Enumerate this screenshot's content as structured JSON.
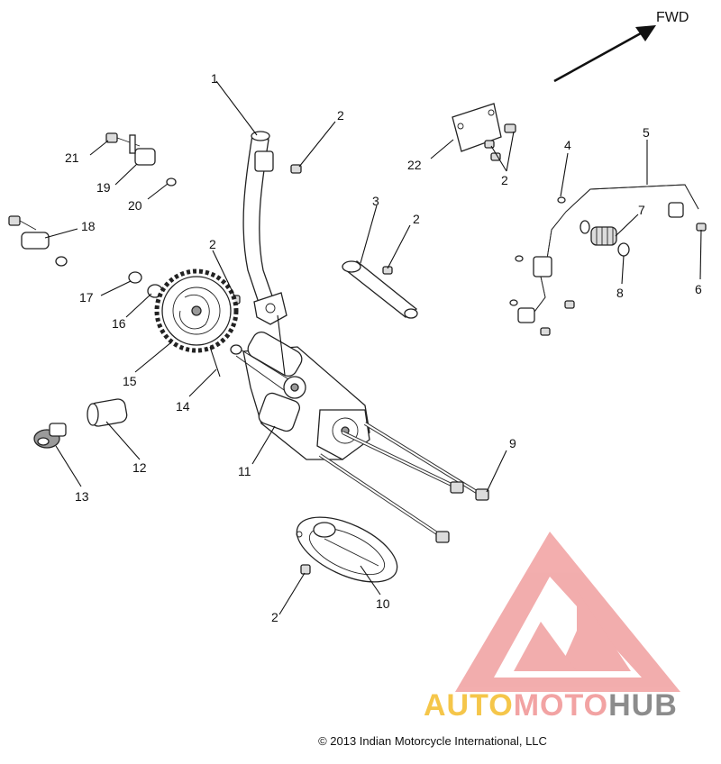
{
  "direction_label": "FWD",
  "callouts": [
    {
      "id": "c1",
      "text": "1"
    },
    {
      "id": "c2a",
      "text": "2"
    },
    {
      "id": "c2b",
      "text": "2"
    },
    {
      "id": "c2c",
      "text": "2"
    },
    {
      "id": "c2d",
      "text": "2"
    },
    {
      "id": "c2e",
      "text": "2"
    },
    {
      "id": "c3",
      "text": "3"
    },
    {
      "id": "c4",
      "text": "4"
    },
    {
      "id": "c5",
      "text": "5"
    },
    {
      "id": "c6",
      "text": "6"
    },
    {
      "id": "c7",
      "text": "7"
    },
    {
      "id": "c8",
      "text": "8"
    },
    {
      "id": "c9",
      "text": "9"
    },
    {
      "id": "c10",
      "text": "10"
    },
    {
      "id": "c11",
      "text": "11"
    },
    {
      "id": "c12",
      "text": "12"
    },
    {
      "id": "c13",
      "text": "13"
    },
    {
      "id": "c14",
      "text": "14"
    },
    {
      "id": "c15",
      "text": "15"
    },
    {
      "id": "c16",
      "text": "16"
    },
    {
      "id": "c17",
      "text": "17"
    },
    {
      "id": "c18",
      "text": "18"
    },
    {
      "id": "c19",
      "text": "19"
    },
    {
      "id": "c20",
      "text": "20"
    },
    {
      "id": "c21",
      "text": "21"
    },
    {
      "id": "c22",
      "text": "22"
    }
  ],
  "watermark": {
    "part1": "AUTO",
    "part2": "MOTO",
    "part3": "HUB",
    "colors": {
      "yellow": "#f5c64a",
      "pink": "#f2a3a3",
      "gray": "#8c8c8c"
    }
  },
  "copyright": "© 2013 Indian Motorcycle International, LLC"
}
